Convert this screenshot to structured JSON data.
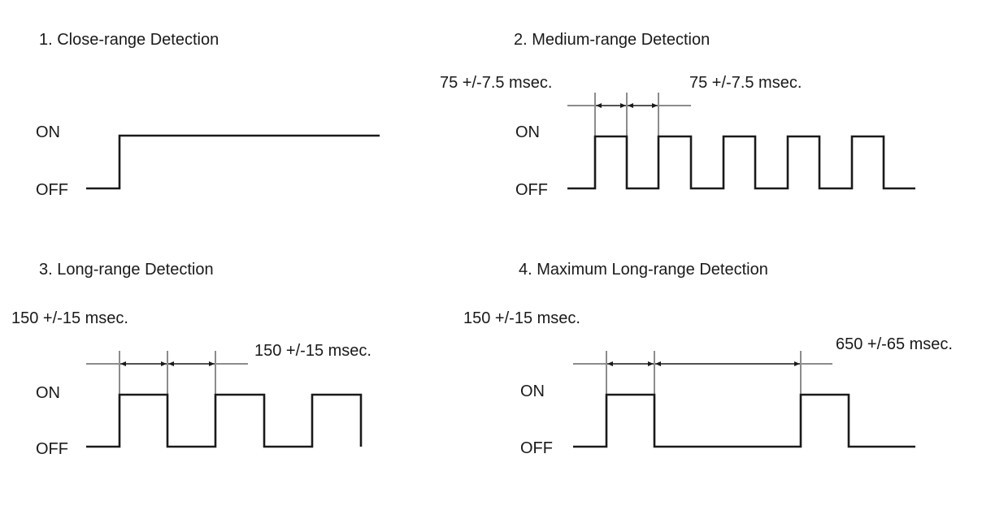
{
  "colors": {
    "signal": "#1a1a1a",
    "dimension": "#8c8c8c",
    "background": "#ffffff"
  },
  "panels": [
    {
      "title": "1. Close-range Detection",
      "levels": {
        "on": "ON",
        "off": "OFF"
      },
      "timings": []
    },
    {
      "title": "2. Medium-range Detection",
      "levels": {
        "on": "ON",
        "off": "OFF"
      },
      "timings": [
        "75 +/-7.5 msec.",
        "75 +/-7.5 msec."
      ]
    },
    {
      "title": "3. Long-range Detection",
      "levels": {
        "on": "ON",
        "off": "OFF"
      },
      "timings": [
        "150 +/-15 msec.",
        "150 +/-15 msec."
      ]
    },
    {
      "title": "4. Maximum Long-range Detection",
      "levels": {
        "on": "ON",
        "off": "OFF"
      },
      "timings": [
        "150 +/-15 msec.",
        "650 +/-65 msec."
      ]
    }
  ]
}
